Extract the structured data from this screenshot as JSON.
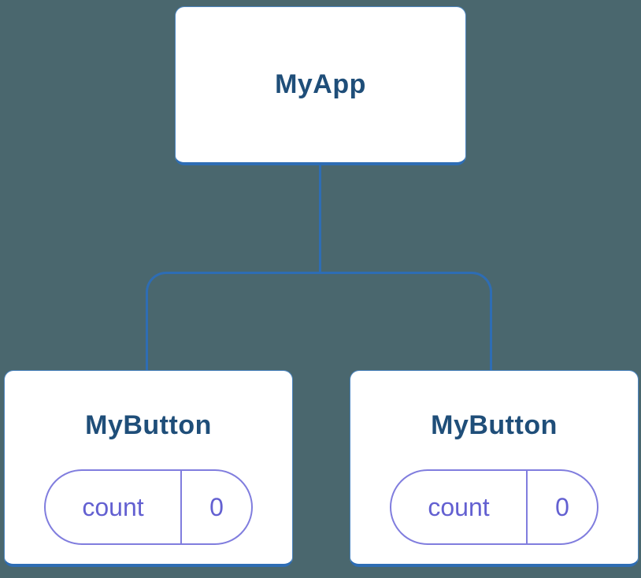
{
  "diagram": {
    "root": {
      "label": "MyApp"
    },
    "children": [
      {
        "label": "MyButton",
        "state": {
          "key": "count",
          "value": "0"
        }
      },
      {
        "label": "MyButton",
        "state": {
          "key": "count",
          "value": "0"
        }
      }
    ]
  },
  "colors": {
    "bg": "#4a676e",
    "line": "#2e6db4",
    "card-border": "#4d86c0",
    "card-bottom": "#2e6db4",
    "title": "#1f4e79",
    "pill-border": "#807dde",
    "pill-text": "#6360d1",
    "card-bg": "#ffffff"
  }
}
